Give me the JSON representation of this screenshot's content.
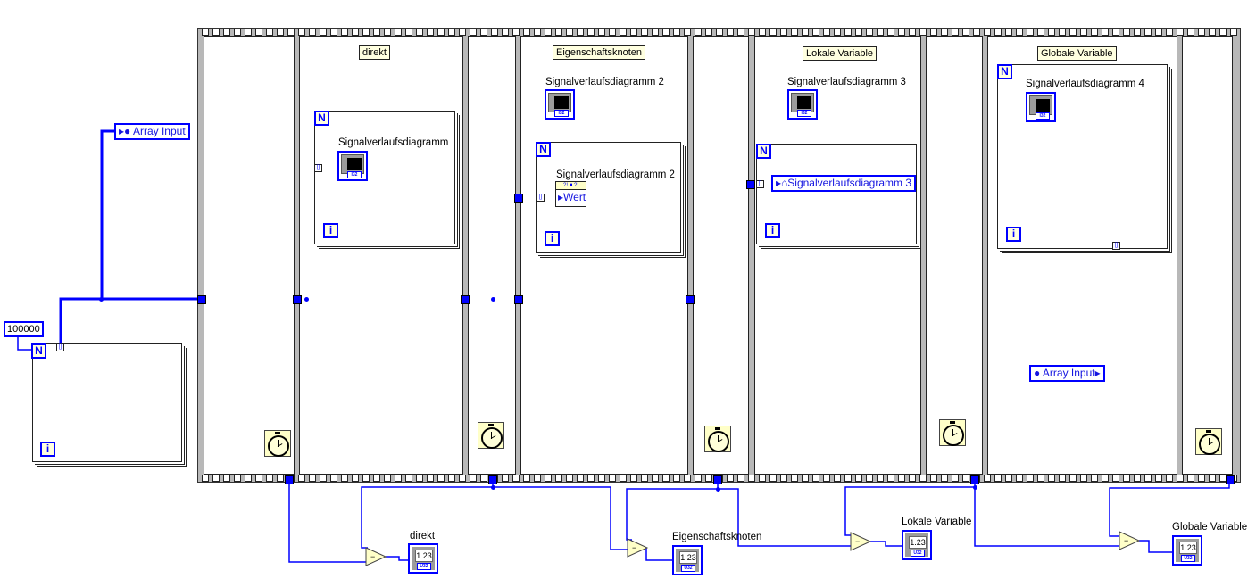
{
  "diagram": {
    "constant": {
      "value": "100000"
    },
    "loop_terminals": {
      "count": "N",
      "iteration": "i"
    },
    "global_write": {
      "label": "Array Input"
    },
    "global_read": {
      "label": "Array Input"
    },
    "frames": [
      {
        "id": "frame-1",
        "label": ""
      },
      {
        "id": "frame-direkt",
        "label": "direkt",
        "chart_caption": "Signalverlaufsdiagramm"
      },
      {
        "id": "frame-3",
        "label": ""
      },
      {
        "id": "frame-eigenschaftsknoten",
        "label": "Eigenschaftsknoten",
        "chart_caption": "Signalverlaufsdiagramm 2",
        "property_caption": "Signalverlaufsdiagramm 2",
        "property_name": "Wert"
      },
      {
        "id": "frame-5",
        "label": ""
      },
      {
        "id": "frame-lokale-variable",
        "label": "Lokale Variable",
        "chart_caption": "Signalverlaufsdiagramm 3",
        "local_var": "Signalverlaufsdiagramm 3"
      },
      {
        "id": "frame-7",
        "label": ""
      },
      {
        "id": "frame-globale-variable",
        "label": "Globale Variable",
        "chart_caption": "Signalverlaufsdiagramm 4"
      },
      {
        "id": "frame-9",
        "label": ""
      }
    ],
    "chart_type_tag": "I32",
    "indicators": [
      {
        "label": "direkt",
        "value": "1.23",
        "type": "U32"
      },
      {
        "label": "Eigenschaftsknoten",
        "value": "1.23",
        "type": "U32"
      },
      {
        "label": "Lokale Variable",
        "value": "1.23",
        "type": "U32"
      },
      {
        "label": "Globale Variable",
        "value": "1.23",
        "type": "U32"
      }
    ],
    "subtract_symbol": "−",
    "colors": {
      "wire": "#0000ff",
      "label_bg": "#ffffe0",
      "frame_border": "#b8b8b8"
    }
  }
}
